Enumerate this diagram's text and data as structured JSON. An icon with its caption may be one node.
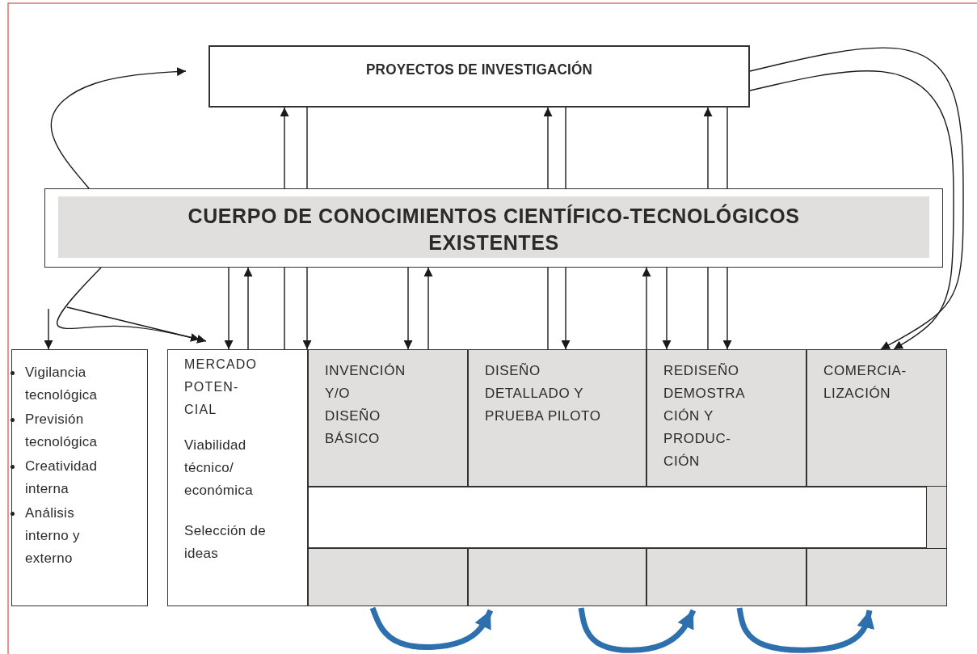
{
  "diagram": {
    "nodes": [
      {
        "text": [
          "PROYECTOS DE INVESTIGACIÓN"
        ]
      },
      {
        "text": [
          "CUERPO DE CONOCIMIENTOS CIENTÍFICO-TECNOLÓGICOS EXISTENTES"
        ]
      },
      {
        "text": [
          "Vigilancia tecnológica",
          "Previsión tecnológica",
          "Creatividad interna",
          "Análisis interno y externo"
        ]
      },
      {
        "text": [
          "MERCADO POTEN- CIAL",
          "Viabilidad técnico/ económica",
          "Selección de ideas"
        ]
      },
      {
        "text": [
          "INVENCIÓN Y/O DISEÑO BÁSICO"
        ]
      },
      {
        "text": [
          "DISEÑO DETALLADO Y PRUEBA PILOTO"
        ]
      },
      {
        "text": [
          "REDISEÑO DEMOSTRA CIÓN Y PRODUC- CIÓN"
        ]
      },
      {
        "text": [
          "COMERCIA- LIZACIÓN"
        ]
      },
      {
        "text": [],
        "shape": "box"
      },
      {
        "text": [],
        "shape": "box"
      },
      {
        "text": [],
        "shape": "box"
      },
      {
        "text": [],
        "shape": "box"
      },
      {
        "text": [],
        "shape": "box"
      }
    ],
    "edges": [
      {
        "from": 1,
        "to": 0,
        "arrow": "to"
      },
      {
        "from": 1,
        "to": 0,
        "arrow": "to"
      },
      {
        "from": 3,
        "to": 1,
        "arrow": "none"
      },
      {
        "from": 0,
        "to": 1,
        "arrow": "none"
      },
      {
        "from": 1,
        "to": 4,
        "arrow": "to"
      },
      {
        "from": 1,
        "to": 0,
        "arrow": "to"
      },
      {
        "from": 5,
        "to": 1,
        "arrow": "none"
      },
      {
        "from": 0,
        "to": 1,
        "arrow": "none"
      },
      {
        "from": 1,
        "to": 5,
        "arrow": "to"
      },
      {
        "from": 1,
        "to": 0,
        "arrow": "to"
      },
      {
        "from": 6,
        "to": 1,
        "arrow": "none"
      },
      {
        "from": 0,
        "to": 1,
        "arrow": "none"
      },
      {
        "from": 1,
        "to": 6,
        "arrow": "to"
      },
      {
        "from": 0,
        "to": 7,
        "arrow": "to"
      },
      {
        "from": 0,
        "to": 7,
        "arrow": "to"
      },
      {
        "from": 1,
        "to": 3,
        "arrow": "to"
      },
      {
        "from": 3,
        "to": 1,
        "arrow": "to"
      },
      {
        "from": 1,
        "to": 4,
        "arrow": "to"
      },
      {
        "from": 4,
        "to": 1,
        "arrow": "to"
      },
      {
        "from": 6,
        "to": 1,
        "arrow": "to"
      },
      {
        "from": 1,
        "to": 6,
        "arrow": "to"
      },
      {
        "from": 1,
        "to": 3,
        "arrow": "to"
      },
      {
        "from": null,
        "to": 3,
        "arrow": "to"
      },
      {
        "from": null,
        "to": 2,
        "arrow": "to"
      },
      {
        "from": 9,
        "to": 10,
        "arrow": "to",
        "style": "thick",
        "color": "#2e6fad"
      },
      {
        "from": 10,
        "to": 11,
        "arrow": "to",
        "style": "thick",
        "color": "#2e6fad"
      },
      {
        "from": 11,
        "to": 12,
        "arrow": "to",
        "style": "thick",
        "color": "#2e6fad"
      }
    ]
  }
}
